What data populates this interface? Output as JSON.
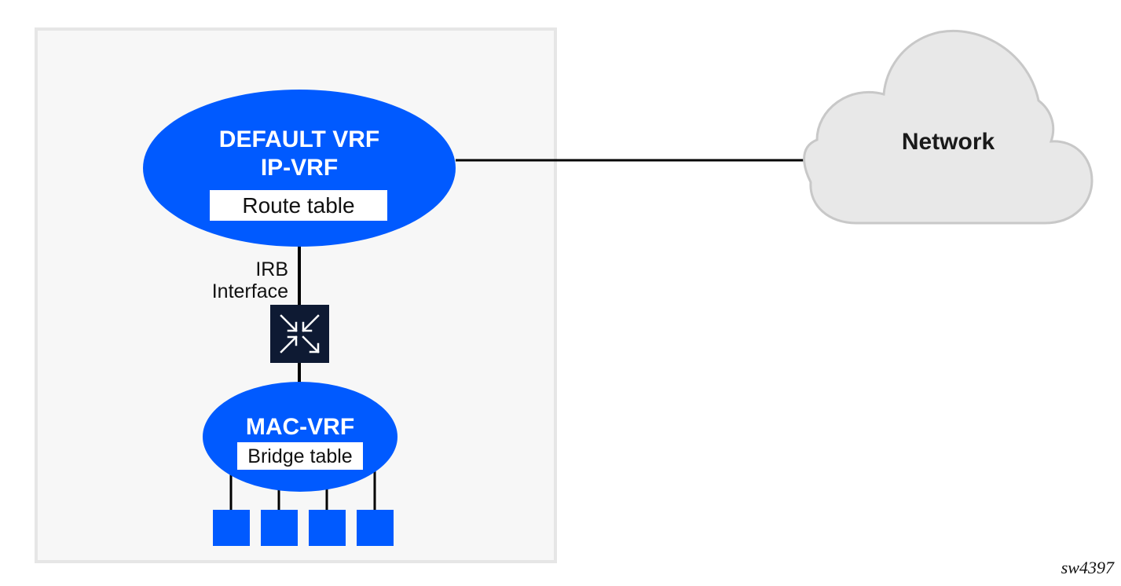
{
  "ip_vrf": {
    "line1": "DEFAULT VRF",
    "line2": "IP-VRF",
    "table_label": "Route table"
  },
  "irb": {
    "line1": "IRB",
    "line2": "Interface",
    "icon": "irb-switch-arrows-icon"
  },
  "mac_vrf": {
    "title": "MAC-VRF",
    "table_label": "Bridge table",
    "port_count": 4
  },
  "network": {
    "label": "Network",
    "icon": "cloud-icon"
  },
  "figure_id": "sw4397",
  "colors": {
    "vrf_blue": "#005aff",
    "container_fill": "#f7f7f7",
    "container_border": "#e6e6e6",
    "cloud_fill": "#e8e8e8",
    "cloud_stroke": "#c8c8c8",
    "irb_box": "#0e1a33",
    "link": "#000000"
  }
}
